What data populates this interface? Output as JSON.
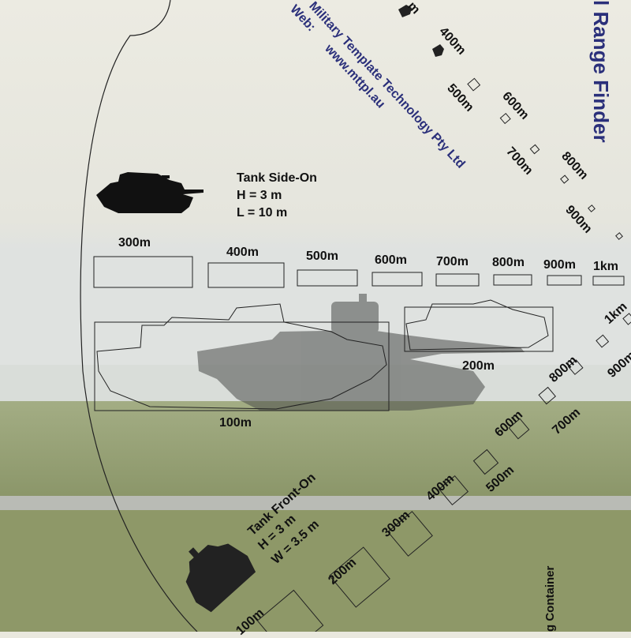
{
  "header": {
    "title_fragment": "l Range Finder",
    "company": "Military Template Technology Pty Ltd",
    "web_label": "Web:",
    "web_url": "www.mttpl.au"
  },
  "tank_side": {
    "title": "Tank Side-On",
    "height": "H = 3 m",
    "length": "L = 10 m",
    "ranges": [
      "300m",
      "400m",
      "500m",
      "600m",
      "700m",
      "800m",
      "900m",
      "1km"
    ],
    "big_100": "100m",
    "big_200": "200m"
  },
  "tank_front": {
    "title": "Tank Front-On",
    "height": "H = 3 m",
    "width": "W = 3.5 m",
    "ranges": [
      "100m",
      "200m",
      "300m",
      "400m",
      "500m",
      "600m",
      "700m",
      "800m",
      "900m",
      "1km"
    ]
  },
  "top_diag_ranges": [
    "400m",
    "500m",
    "600m",
    "700m",
    "800m",
    "900m"
  ],
  "top_partial_range": "m",
  "container_label": "g Container",
  "colors": {
    "ink": "#111111",
    "accent_blue": "#2a2f7a",
    "field_green": "#8f9a6e",
    "road": "#b7b9b4"
  }
}
